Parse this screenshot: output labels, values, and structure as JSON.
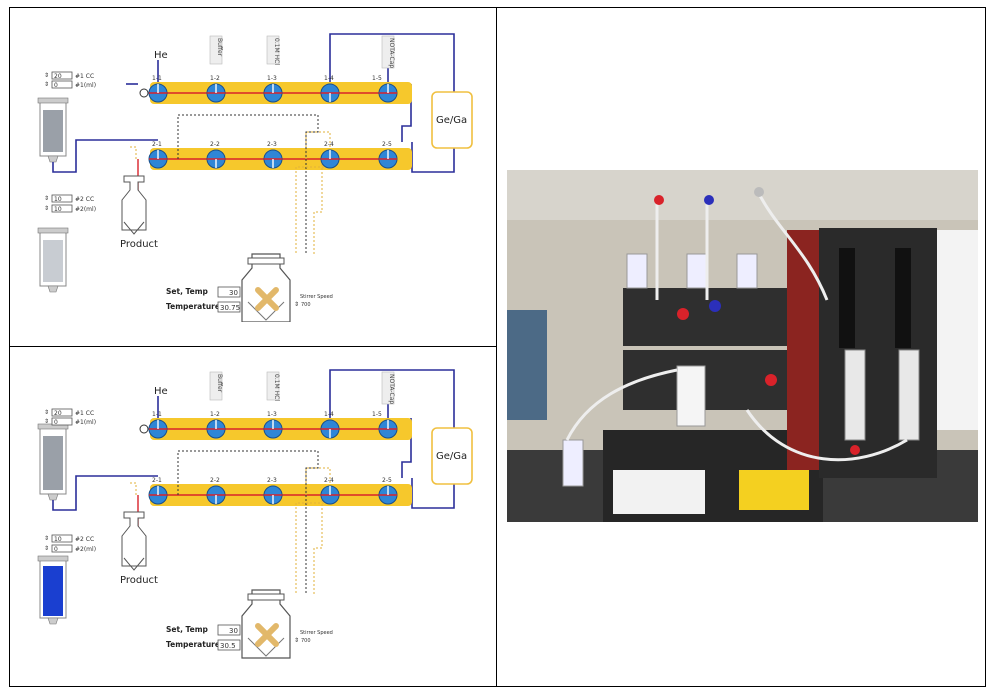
{
  "top": {
    "valves_row1": [
      "1-1",
      "1-2",
      "1-3",
      "1-4",
      "1-5"
    ],
    "valves_row2": [
      "2-1",
      "2-2",
      "2-3",
      "2-4",
      "2-5"
    ],
    "reagents": {
      "he": "He",
      "buffer": "Buffer",
      "hcl": "0.1M HCl",
      "nota": "NOTA-Cap"
    },
    "generator": "Ge/Ga",
    "product": "Product",
    "syringe1": {
      "a": "20",
      "a_unit": "#1 CC",
      "b": "0",
      "b_unit": "#1(ml)"
    },
    "syringe2": {
      "a": "10",
      "a_unit": "#2 CC",
      "b": "10",
      "b_unit": "#2(ml)"
    },
    "set_temp_label": "Set, Temp",
    "set_temp_value": "30",
    "temp_label": "Temperature",
    "temp_value": "30.75",
    "stirrer_label": "Stirrer Speed",
    "stirrer_value": "700"
  },
  "bottom": {
    "valves_row1": [
      "1-1",
      "1-2",
      "1-3",
      "1-4",
      "1-5"
    ],
    "valves_row2": [
      "2-1",
      "2-2",
      "2-3",
      "2-4",
      "2-5"
    ],
    "reagents": {
      "he": "He",
      "buffer": "Buffer",
      "hcl": "0.1M HCl",
      "nota": "NOTA-Cap"
    },
    "generator": "Ge/Ga",
    "product": "Product",
    "syringe1": {
      "a": "20",
      "a_unit": "#1 CC",
      "b": "0",
      "b_unit": "#1(ml)"
    },
    "syringe2": {
      "a": "10",
      "a_unit": "#2 CC",
      "b": "0",
      "b_unit": "#2(ml)"
    },
    "set_temp_label": "Set, Temp",
    "set_temp_value": "30",
    "temp_label": "Temperature",
    "temp_value": "30.5",
    "stirrer_label": "Stirrer Speed",
    "stirrer_value": "700"
  },
  "colors": {
    "rail": "#f6c82c",
    "tube_blue": "#2b2f9a",
    "tube_red": "#d9222a",
    "valve": "#2f86d6",
    "liquid": "#1a3fd0",
    "photo_bg": "#c9c4b8"
  }
}
